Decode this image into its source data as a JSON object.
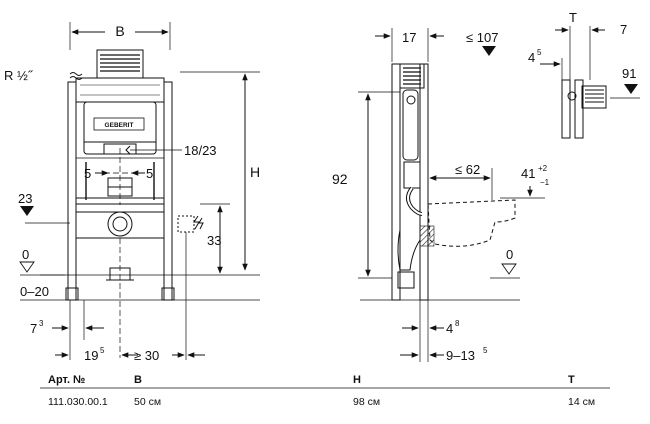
{
  "dims": {
    "width_B": "B",
    "r_half": "R ½˝",
    "h18_23": "18/23",
    "H": "H",
    "d5a": "5",
    "d5b": "5",
    "d23": "23",
    "d33": "33",
    "zero_left": "0",
    "zero_20": "0–20",
    "d7": "7",
    "d7sup": "3",
    "d19": "19",
    "d19sup": "5",
    "ge30": "≥ 30",
    "d17": "17",
    "le107": "≤ 107",
    "d92": "92",
    "le62": "≤ 62",
    "d41": "41",
    "d41sup": "+2",
    "d41sub": "−1",
    "zero_right": "0",
    "d4": "4",
    "d4sup": "8",
    "d9_13": "9–13",
    "d9_13sup": "5",
    "T": "T",
    "d7r": "7",
    "d4_5": "4",
    "d4_5sup": "5",
    "d91": "91",
    "logo": "GEBERIT"
  },
  "table": {
    "headers": [
      "Арт. №",
      "B",
      "H",
      "T"
    ],
    "rows": [
      [
        "111.030.00.1",
        "50 см",
        "98 см",
        "14 см"
      ]
    ]
  }
}
